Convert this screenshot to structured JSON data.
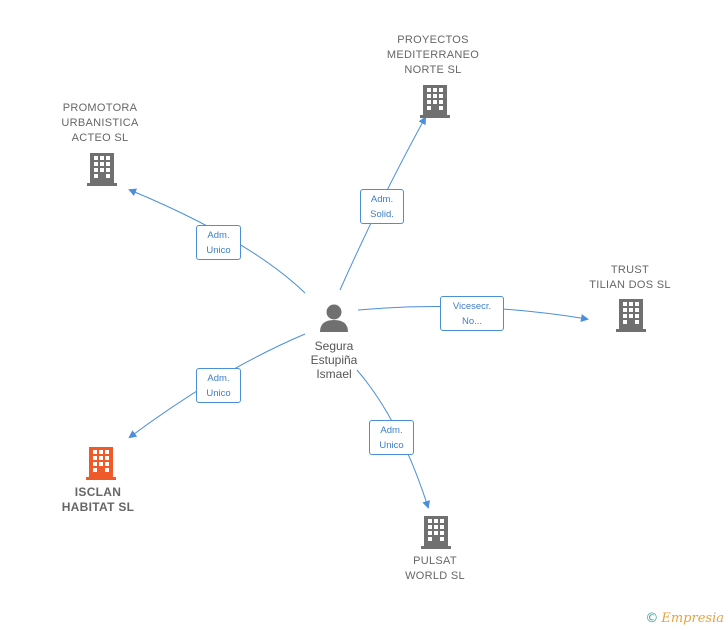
{
  "colors": {
    "edge": "#4a8fd8",
    "building": "#707070",
    "building_highlight": "#f05a28",
    "person": "#707070"
  },
  "person": {
    "label": "Segura\nEstupiña\nIsmael",
    "icon": "person-icon"
  },
  "companies": [
    {
      "id": "proyectos",
      "label": "PROYECTOS\nMEDITERRANEO\nNORTE  SL",
      "icon": "building-icon",
      "highlight": false
    },
    {
      "id": "promotora",
      "label": "PROMOTORA\nURBANISTICA\nACTEO SL",
      "icon": "building-icon",
      "highlight": false
    },
    {
      "id": "trust",
      "label": "TRUST\nTILIAN DOS  SL",
      "icon": "building-icon",
      "highlight": false
    },
    {
      "id": "isclan",
      "label": "ISCLAN\nHABITAT  SL",
      "icon": "building-icon",
      "highlight": true
    },
    {
      "id": "pulsat",
      "label": "PULSAT\nWORLD SL",
      "icon": "building-icon",
      "highlight": false
    }
  ],
  "edges": [
    {
      "to": "proyectos",
      "label": "Adm.\nSolid."
    },
    {
      "to": "promotora",
      "label": "Adm.\nUnico"
    },
    {
      "to": "trust",
      "label": "Vicesecr.\nNo..."
    },
    {
      "to": "isclan",
      "label": "Adm.\nUnico"
    },
    {
      "to": "pulsat",
      "label": "Adm.\nUnico"
    }
  ],
  "footer": {
    "copyright": "©",
    "brand": "Empresia"
  }
}
